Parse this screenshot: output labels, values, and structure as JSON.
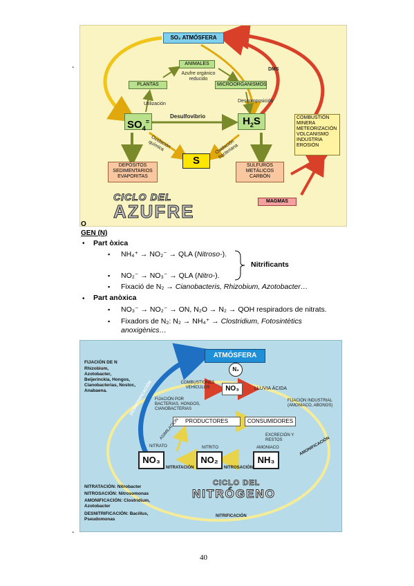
{
  "sulfur_diagram": {
    "atmosphere": "SO₂ ATMÓSFERA",
    "animals": "ANIMALES",
    "plants": "PLANTAS",
    "organic_sulfur": "Azufre orgánico reducido",
    "microorganisms": "MICROORGANISMOS",
    "utilization": "Utilización",
    "decomposition": "Descomposición",
    "dms": "DMS",
    "so4": "SO",
    "so4_sub": "4",
    "so4_sup": "=",
    "h2s_a": "H",
    "h2s_sub": "2",
    "h2s_b": "S",
    "desulfovibrio": "Desulfovibrio",
    "s": "S",
    "oxidation_left": "Oxidación química",
    "oxidation_right": "Oxidación bacteriana",
    "deposits": "DEPÓSITOS SEDIMENTARIOS EVAPORITAS",
    "sulfides": "SULFUROS METÁLICOS CARBÓN",
    "combustion": "COMBUSTIÓN MINERA METEORIZACIÓN VOLCANISMO INDUSTRIA EROSIÓN",
    "magmas": "MAGMAS",
    "title_line1": "CICLO DEL",
    "title_line2": "AZUFRE"
  },
  "left_dash_top": "-",
  "heading_fragment": "O",
  "heading": "GEN (N)",
  "sections": {
    "oxic_label": "Part òxica",
    "oxic_item1": "NH₄⁺ → NO₂⁻ → QLA (",
    "oxic_item1_italic": "Nitroso-",
    "oxic_item1_end": ").",
    "nitrifiers": "Nitrificants",
    "oxic_item2": "NO₂⁻ → NO₃⁻ → QLA (",
    "oxic_item2_italic": "Nitro-",
    "oxic_item2_end": ").",
    "oxic_item3": "Fixació de N₂ → ",
    "oxic_item3_italic": "Cianobacteris, Rhizobium, Azotobacter…",
    "anoxic_label": "Part anòxica",
    "anoxic_item1": "NO₃⁻ → NO₂⁻ → ON, N₂O → N₂ → QOH respiradors de nitrats.",
    "anoxic_item2": "Fixadors de N₂: N₂ → NH₄⁺ → ",
    "anoxic_item2_italic": "Clostridium, Fotosintètics",
    "anoxic_item2_line2": "anoxigènics…"
  },
  "nitrogen_diagram": {
    "fixers_title": "FIJACIÓN DE N",
    "fixers_list": "Rhizobium, Azotobacter, Beijerinckia, Hongos, Cianobacterias, Nostoc, Anabaena.",
    "atmosphere": "ATMÓSFERA",
    "n2": "N₂",
    "combustion": "COMBUSTIONES VEHÍCULOS",
    "no3_top": "NO₃",
    "acid_rain": "LLUVIA ÁCIDA",
    "industrial": "FIJACIÓN INDUSTRIAL (AMONIACO, ABONOS)",
    "denitrification_arc": "DESNITRIFICACIÓN",
    "bacterial_fixation": "FIJACIÓN POR BACTERIAS, HONGOS, CIANOBACTERIAS",
    "producers": "PRODUCTORES",
    "consumers": "CONSUMIDORES",
    "assimilation": "ASIMILACIÓN",
    "excretion": "EXCRECIÓN Y RESTOS",
    "ammonification_arc": "AMONIFICACIÓN",
    "nitrate_label": "NITRATO",
    "nitrite_label": "NITRITO",
    "ammonia_label": "AMONIACO",
    "no3": "NO₃",
    "no2": "NO₂",
    "nh3": "NH₃",
    "nitratation": "NITRATACIÓN",
    "nitrosation": "NITROSACIÓN",
    "title_line1": "CICLO DEL",
    "title_line2": "NITRÓGENO",
    "legend1": "NITRATACIÓN: Nitrobacter",
    "legend2": "NITROSACIÓN: Nitrosomonas",
    "legend3": "AMONIFICACIÓN: Clostridium, Azotobacter",
    "legend4": "DESNITRIFICACIÓN: Bacillus, Pseudomonas",
    "nitrification_bottom": "NITRIFICACIÓN"
  },
  "left_dash_bottom": "-",
  "page_number": "40",
  "colors": {
    "arrow_red": "#d9402a",
    "arrow_yellow": "#f0c419",
    "arrow_blue": "#1f6fc2",
    "box_green": "#b9e08a"
  }
}
